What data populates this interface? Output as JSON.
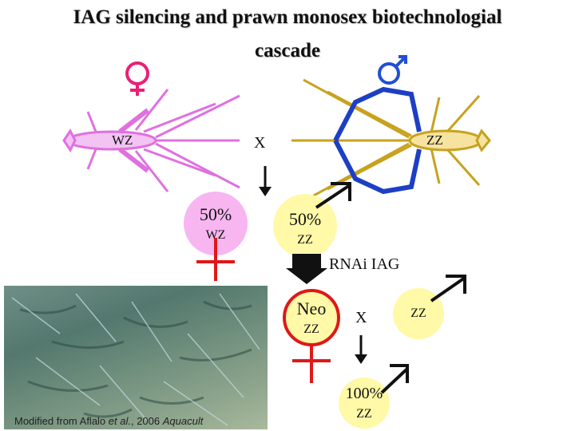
{
  "title_line1": "IAG silencing and prawn monosex biotechnologial",
  "title_line2": "cascade",
  "female_parent_genotype": "WZ",
  "male_parent_genotype": "ZZ",
  "cross_symbol_1": "X",
  "offspring_female": {
    "percent": "50%",
    "genotype": "WZ",
    "color": "#f7b6f0"
  },
  "offspring_male": {
    "percent": "50%",
    "genotype": "ZZ",
    "color": "#fff9a8"
  },
  "treatment_label": "RNAi IAG",
  "neo_female": {
    "label": "Neo",
    "genotype": "ZZ"
  },
  "cross_symbol_2": "X",
  "male_zz_label": "ZZ",
  "result": {
    "percent": "100%",
    "genotype": "ZZ"
  },
  "credit": {
    "prefix": "Modified from Aflalo ",
    "etal": "et al.",
    "middle": ", 2006 ",
    "journal": "Aquacult"
  },
  "colors": {
    "female_symbol": "#e8207a",
    "male_symbol": "#1f4fd6",
    "female_prawn": "#e070e0",
    "male_prawn": "#c8a21e",
    "red_ring": "#e01818"
  }
}
